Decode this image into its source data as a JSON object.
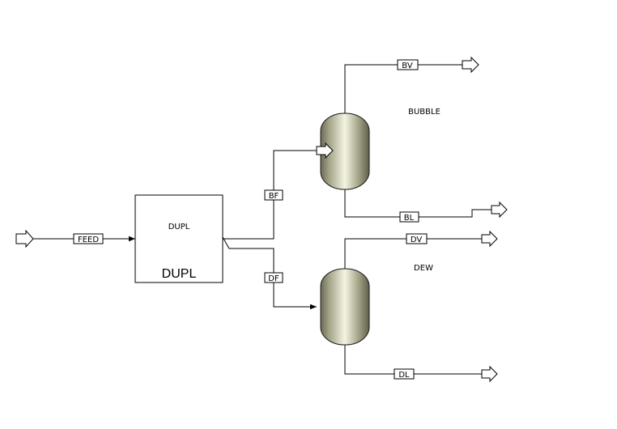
{
  "blocks": {
    "dupl": {
      "name": "DUPL",
      "type_label": "DUPL"
    },
    "bubble": {
      "name": "BUBBLE"
    },
    "dew": {
      "name": "DEW"
    }
  },
  "streams": {
    "feed": "FEED",
    "bf": "BF",
    "df": "DF",
    "bv": "BV",
    "bl": "BL",
    "dv": "DV",
    "dl": "DL"
  }
}
